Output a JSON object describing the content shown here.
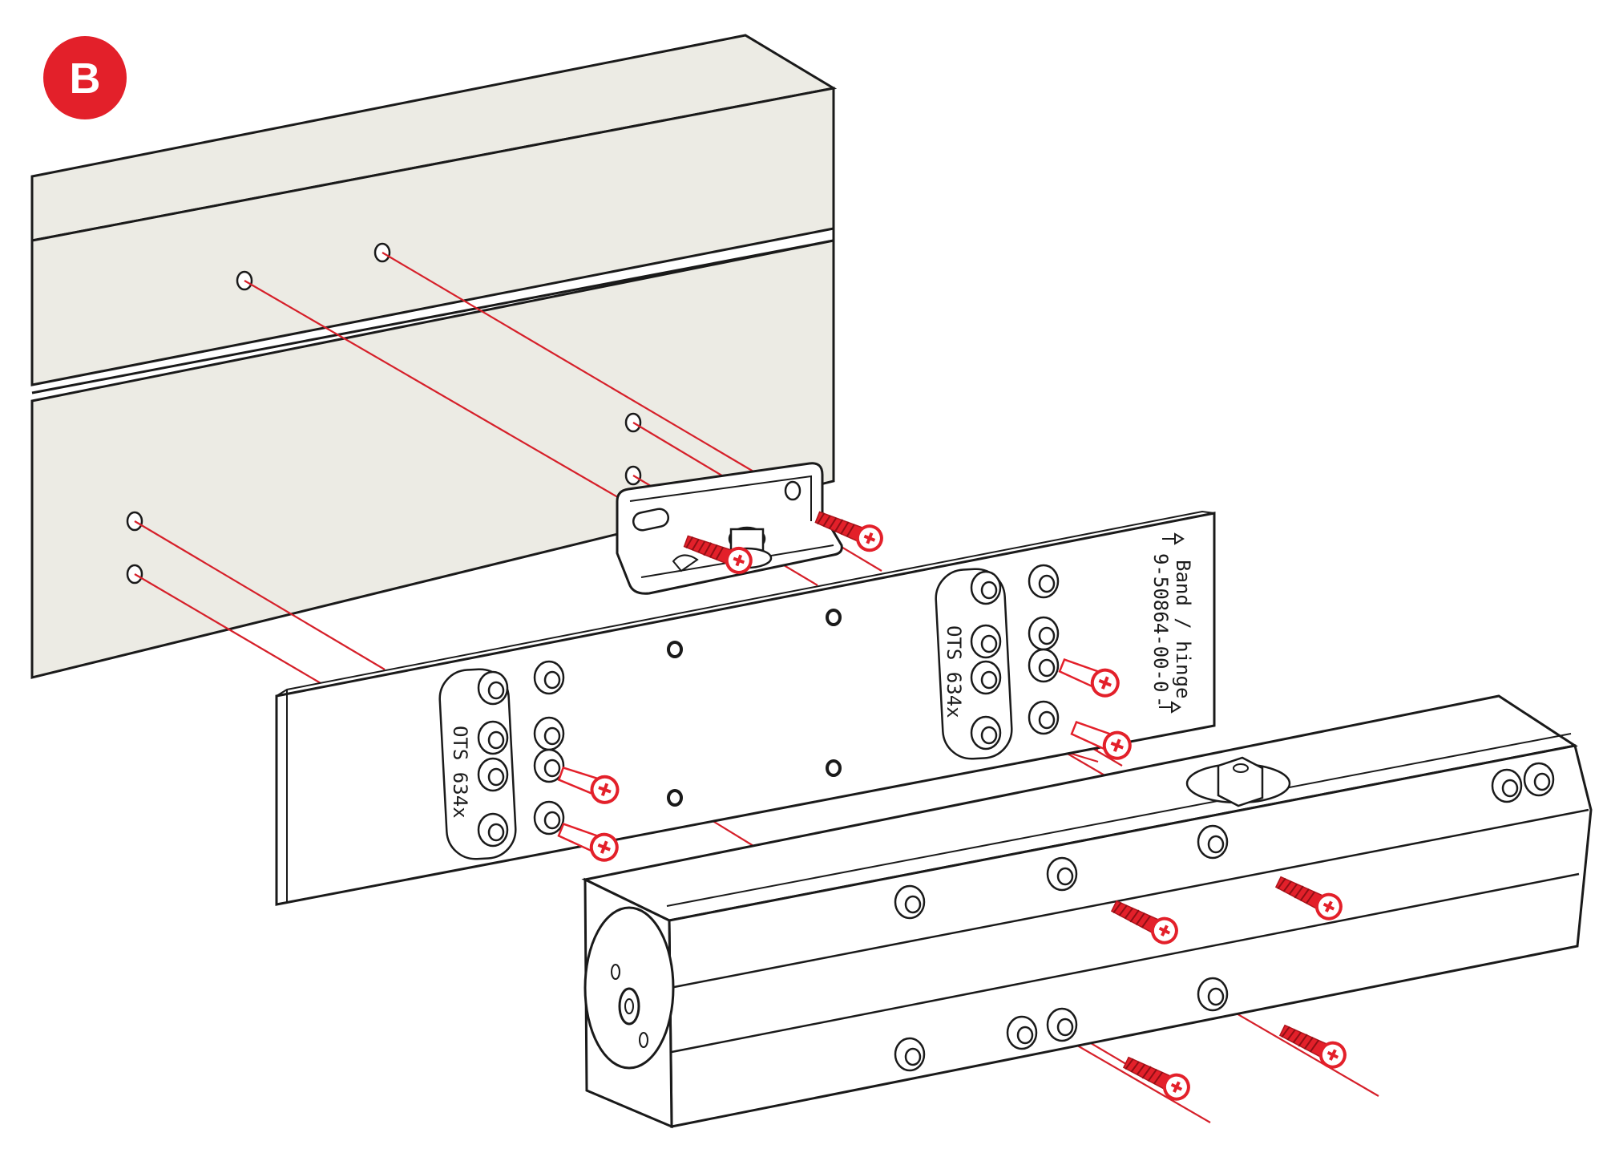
{
  "step_badge": {
    "label": "B",
    "color": "#e3202a"
  },
  "plate_label_left": "OTS 634x",
  "plate_label_right": "OTS 634x",
  "plate_edge_line1": "Band / hinge",
  "plate_edge_line2": "9-50864-00-0",
  "colors": {
    "frame_fill": "#ecebe4",
    "outline": "#1a1a1a",
    "guide_line": "#d6202a",
    "screw": "#e3202a"
  },
  "icons": [
    "step-badge",
    "screw-icon",
    "arrow-icon"
  ]
}
